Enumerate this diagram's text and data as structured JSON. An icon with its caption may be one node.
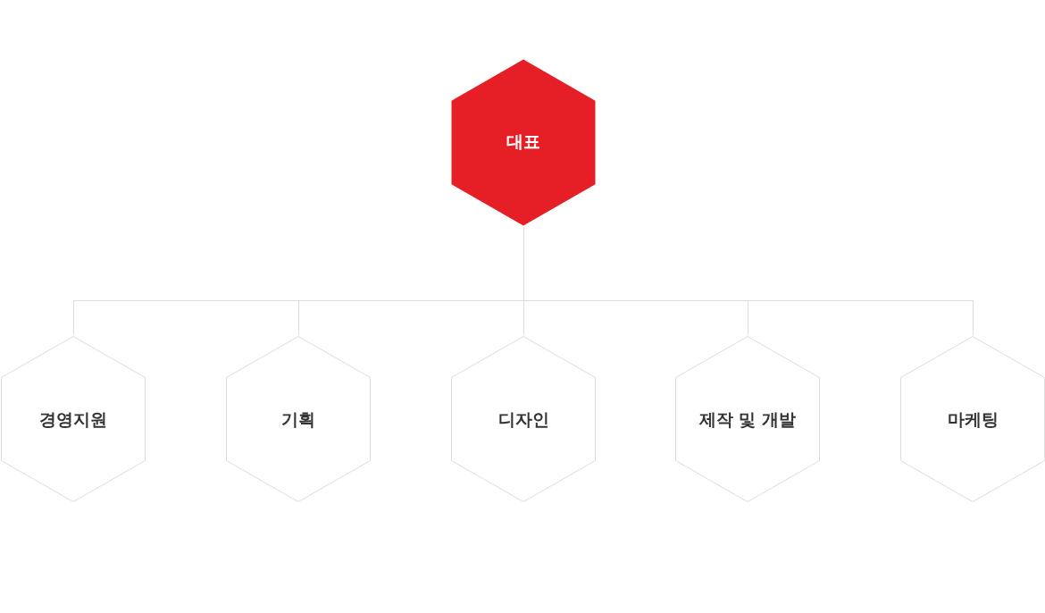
{
  "diagram": {
    "nodes": [
      {
        "text": [
          "대표"
        ]
      },
      {
        "text": [
          "경영지원"
        ]
      },
      {
        "text": [
          "기획"
        ]
      },
      {
        "text": [
          "디자인"
        ]
      },
      {
        "text": [
          "제작 및 개발"
        ]
      },
      {
        "text": [
          "마케팅"
        ]
      }
    ],
    "edges": [
      {
        "from": 0,
        "to": 1,
        "arrow": "none"
      },
      {
        "from": 0,
        "to": 2,
        "arrow": "none"
      },
      {
        "from": 0,
        "to": 3,
        "arrow": "none"
      },
      {
        "from": 0,
        "to": 4,
        "arrow": "none"
      },
      {
        "from": 0,
        "to": 5,
        "arrow": "none"
      }
    ]
  }
}
